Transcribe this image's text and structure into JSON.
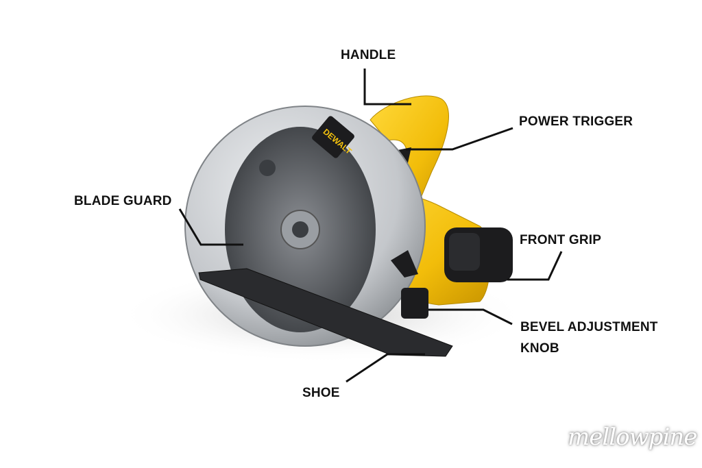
{
  "diagram": {
    "subject": "circular-saw",
    "brand_mark": "DEWALT",
    "labels": {
      "handle": "HANDLE",
      "power_trigger": "POWER TRIGGER",
      "blade_guard": "BLADE GUARD",
      "front_grip": "FRONT GRIP",
      "bevel_line1": "BEVEL ADJUSTMENT",
      "bevel_line2": "KNOB",
      "shoe": "SHOE"
    },
    "watermark": "mellowpine",
    "colors": {
      "body_yellow": "#f4c20d",
      "guard_silver": "#c9ccd0",
      "blade_dark": "#5a5d62",
      "leader_line": "#111111",
      "black_parts": "#1c1c1e"
    }
  }
}
